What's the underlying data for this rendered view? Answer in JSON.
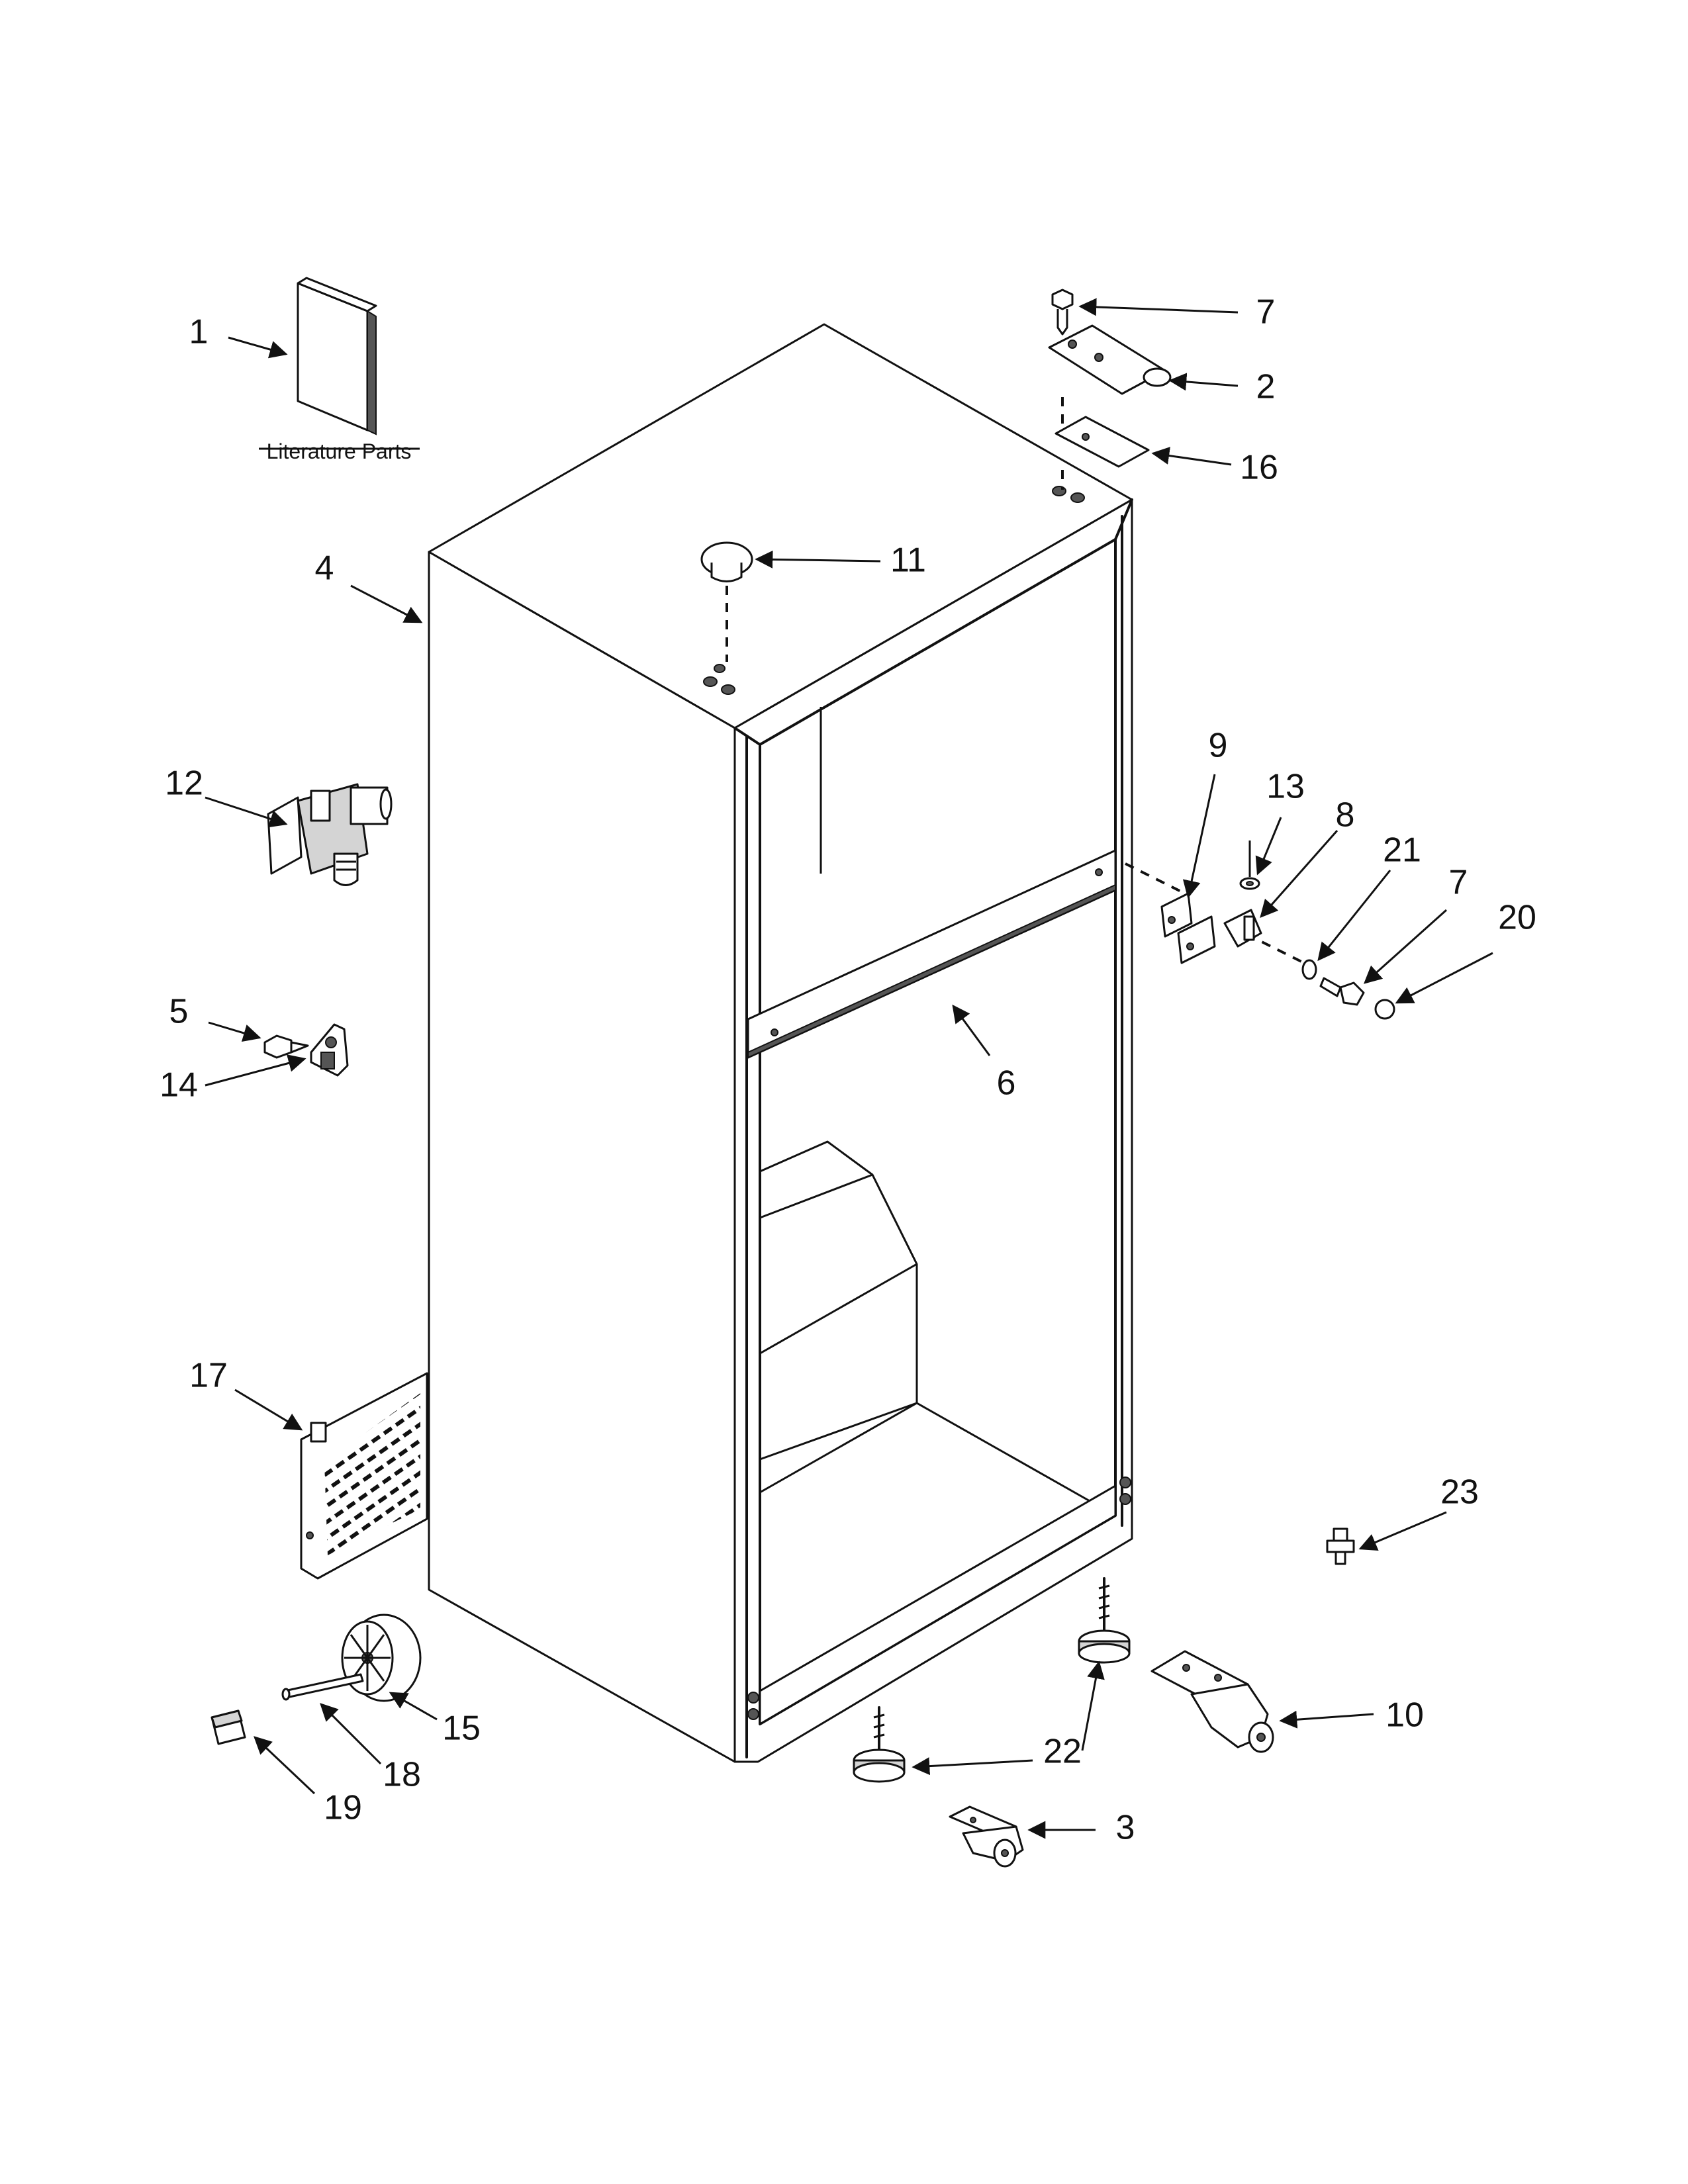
{
  "diagram": {
    "literature_label": "Literature Parts",
    "callouts": {
      "c1": "1",
      "c2": "2",
      "c3": "3",
      "c4": "4",
      "c5": "5",
      "c6": "6",
      "c7a": "7",
      "c7b": "7",
      "c8": "8",
      "c9": "9",
      "c10": "10",
      "c11": "11",
      "c12": "12",
      "c13": "13",
      "c14": "14",
      "c15": "15",
      "c16": "16",
      "c17": "17",
      "c18": "18",
      "c19": "19",
      "c20": "20",
      "c21": "21",
      "c22": "22",
      "c23": "23"
    }
  }
}
